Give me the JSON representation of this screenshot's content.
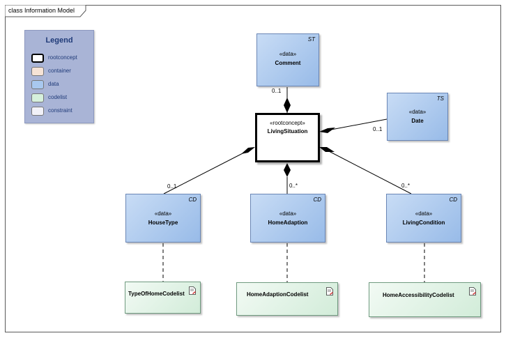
{
  "frame": {
    "title": "class Information Model"
  },
  "legend": {
    "title": "Legend",
    "items": [
      {
        "label": "rootconcept",
        "color": "#ffffff"
      },
      {
        "label": "container",
        "color": "#f6e3d6"
      },
      {
        "label": "data",
        "color": "#a8c8ef"
      },
      {
        "label": "codelist",
        "color": "#d6f0dc"
      },
      {
        "label": "constraint",
        "color": "#f1f1f8"
      }
    ]
  },
  "root": {
    "stereotype": "«rootconcept»",
    "name": "LivingSituation"
  },
  "classes": {
    "comment": {
      "stereotype": "«data»",
      "name": "Comment",
      "tag": "ST"
    },
    "date": {
      "stereotype": "«data»",
      "name": "Date",
      "tag": "TS"
    },
    "house_type": {
      "stereotype": "«data»",
      "name": "HouseType",
      "tag": "CD"
    },
    "home_adaption": {
      "stereotype": "«data»",
      "name": "HomeAdaption",
      "tag": "CD"
    },
    "living_condition": {
      "stereotype": "«data»",
      "name": "LivingCondition",
      "tag": "CD"
    }
  },
  "codelists": {
    "type_of_home": "TypeOfHomeCodelist",
    "home_adaption": "HomeAdaptionCodelist",
    "home_accessibility": "HomeAccessibilityCodelist"
  },
  "multiplicities": {
    "comment": "0..1",
    "date": "0..1",
    "house_type": "0..1",
    "home_adaption": "0..*",
    "living_condition": "0..*"
  }
}
